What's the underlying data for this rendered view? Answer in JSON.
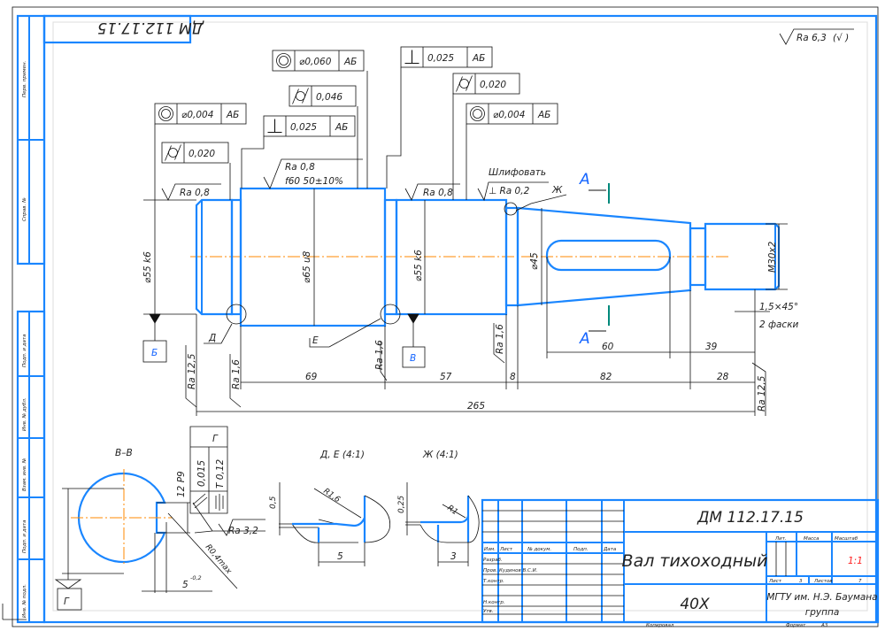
{
  "sheet": {
    "designation_stamp": "ДМ 112.17.15",
    "general_roughness": {
      "value": "Ra 6,3",
      "suffix": "(√ )"
    },
    "side_strip": [
      "Перв. примен.",
      "Справ. №",
      "Подп. и дата",
      "Инв. № дубл.",
      "Взам. инв. №",
      "Подп. и дата",
      "Инв. № подл."
    ]
  },
  "tolerances": [
    {
      "symbol": "concentricity",
      "value": "⌀0,060",
      "datum": "АБ"
    },
    {
      "symbol": "perpendicularity",
      "value": "0,025",
      "datum": "АБ"
    },
    {
      "symbol": "cylindricity",
      "value": "0,046",
      "datum": ""
    },
    {
      "symbol": "cylindricity",
      "value": "0,020",
      "datum": ""
    },
    {
      "symbol": "concentricity",
      "value": "⌀0,004",
      "datum": "АБ"
    },
    {
      "symbol": "perpendicularity",
      "value": "0,025",
      "datum": "АБ"
    },
    {
      "symbol": "concentricity",
      "value": "⌀0,004",
      "datum": "АБ"
    },
    {
      "symbol": "cylindricity",
      "value": "0,020",
      "datum": ""
    }
  ],
  "roughness": {
    "left_journal": "Ra 0,8",
    "middle": "Ra 0,8",
    "middle_note": "f60 50±10%",
    "right_journal": "Ra 0,8",
    "grind_note": "Шлифовать",
    "grind_value": "⊥ Ra 0,2",
    "bottom": [
      "Ra 12,5",
      "Ra 1,6",
      "Ra 1,6",
      "Ra 1,6",
      "Ra 12,5"
    ],
    "keyway": "Ra 3,2"
  },
  "labels": {
    "detail_d": "Д",
    "detail_e": "Е",
    "detail_zh": "Ж",
    "section_a_top": "А",
    "section_a_bottom": "А",
    "datum_b": "Б",
    "datum_v": "В",
    "datum_g": "Г",
    "chamfer": "1,5×45°",
    "chamfer_count": "2 фаски"
  },
  "dimensions": {
    "dia_left": "⌀55 k6",
    "dia_mid": "⌀65 u8",
    "dia_right": "⌀55 k6",
    "dia_taper": "⌀45",
    "thread": "M30x2",
    "len_69": "69",
    "len_57": "57",
    "len_8": "8",
    "len_82": "82",
    "len_28": "28",
    "len_265": "265",
    "len_60": "60",
    "len_39": "39"
  },
  "section_view": {
    "title": "В–В",
    "key_width": "12 P9",
    "frame_datum": "Г",
    "parallel_tol": "0,015",
    "symmetry_tol": "T 0,12",
    "radius": "R0,4max",
    "depth": "5",
    "depth_tol": "-0,2"
  },
  "detail_de": {
    "title": "Д, Е (4:1)",
    "depth": "0,5",
    "radius": "R1,6",
    "width": "5"
  },
  "detail_zh": {
    "title": "Ж (4:1)",
    "depth": "0,25",
    "radius": "R1",
    "width": "3"
  },
  "title_block": {
    "designation": "ДМ 112.17.15",
    "name": "Вал тихоходный",
    "material": "40Х",
    "organization": "МГТУ им. Н.Э. Баумана",
    "group": "группа",
    "headers": {
      "izm": "Изм.",
      "list": "Лист",
      "doc": "№ докум.",
      "sign": "Подп.",
      "date": "Дата"
    },
    "roles": {
      "developer": "Разраб.",
      "checker": "Пров.",
      "tech": "Т.контр.",
      "norm": "Н.контр.",
      "approved": "Утв."
    },
    "checker_name": "Кудинов В.С.И.",
    "lit_label": "Лит.",
    "mass_label": "Масса",
    "scale_label": "Масштаб",
    "scale_value": "1:1",
    "sheet_label": "Лист",
    "sheet_value": "3",
    "sheets_label": "Листов",
    "sheets_value": "7",
    "copied": "Копировал",
    "format_label": "Формат",
    "format_value": "А3"
  },
  "colors": {
    "outline": "#1a86ff",
    "axis": "#ff8a00",
    "section_mark": "#00897b",
    "accent_text": "#1565ff",
    "scale": "#ff2020"
  }
}
